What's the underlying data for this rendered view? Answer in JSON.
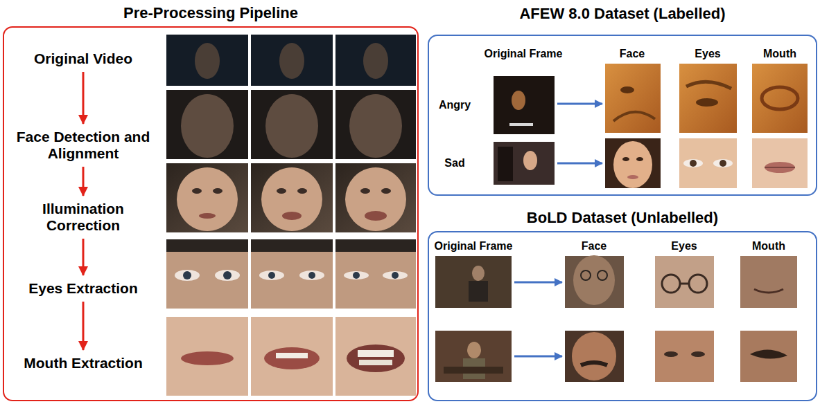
{
  "diagram": {
    "nodes": [
      {
        "text": [
          "Pre-Processing Pipeline"
        ]
      },
      {
        "text": [
          "Original Video"
        ],
        "in": 0
      },
      {
        "text": [
          "Face Detection and Alignment"
        ],
        "in": 0
      },
      {
        "text": [
          "Illumination Correction"
        ],
        "in": 0
      },
      {
        "text": [
          "Eyes Extraction"
        ],
        "in": 0
      },
      {
        "text": [
          "Mouth Extraction"
        ],
        "in": 0
      },
      {
        "text": [
          "AFEW 8.0 Dataset (Labelled)"
        ]
      },
      {
        "text": [
          "BoLD Dataset (Unlabelled)"
        ]
      }
    ],
    "edges": [
      {
        "from": 1,
        "to": 2,
        "arrow": "to"
      },
      {
        "from": 2,
        "to": 3,
        "arrow": "to"
      },
      {
        "from": 3,
        "to": 4,
        "arrow": "to"
      },
      {
        "from": 4,
        "to": 5,
        "arrow": "to"
      }
    ],
    "labels": [
      "Original Frame",
      "Face",
      "Eyes",
      "Mouth",
      "Angry",
      "Sad",
      "Original Frame",
      "Face",
      "Eyes",
      "Mouth"
    ]
  }
}
